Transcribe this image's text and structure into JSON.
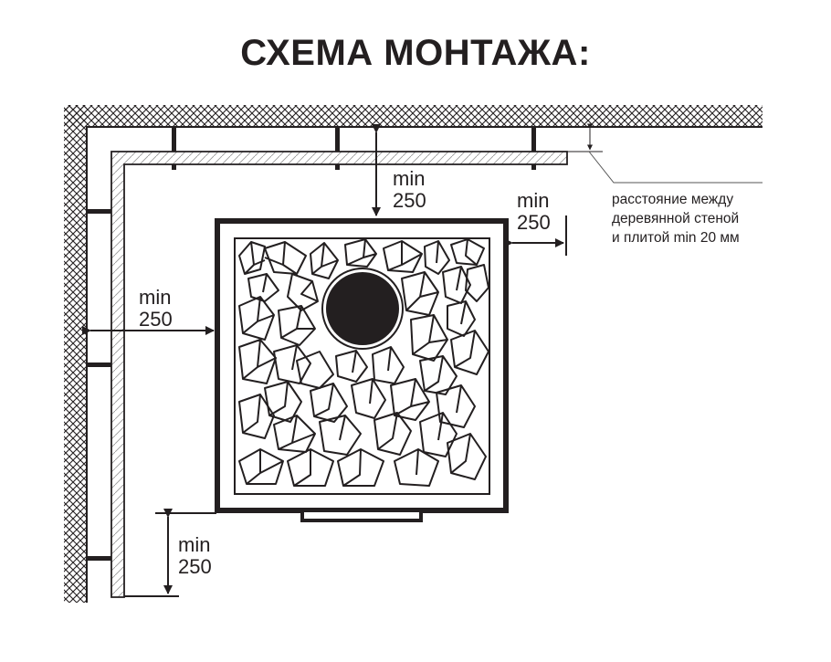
{
  "title": "СХЕМА МОНТАЖА:",
  "dimensions": {
    "top": {
      "min": "min",
      "value": "250"
    },
    "right": {
      "min": "min",
      "value": "250"
    },
    "left": {
      "min": "min",
      "value": "250"
    },
    "bottom": {
      "min": "min",
      "value": "250"
    }
  },
  "note": {
    "line1": "расстояние между",
    "line2": "деревянной стеной",
    "line3": "и плитой min 20 мм"
  },
  "colors": {
    "ink": "#231f20",
    "background": "#ffffff",
    "hatch": "#8a8a8a"
  }
}
